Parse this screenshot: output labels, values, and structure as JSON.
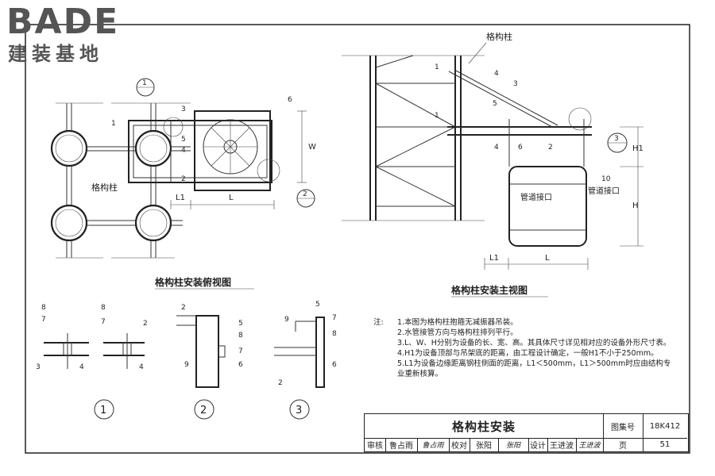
{
  "logo": {
    "brand": "BADE",
    "subtitle": "建装基地"
  },
  "plan_view": {
    "title": "格构柱安装俯视图",
    "column_label": "格构柱",
    "dim_l1": "L1",
    "dim_l": "L",
    "dim_w": "W",
    "callout_1": "1",
    "callout_2": "2",
    "callout_sub": "—",
    "parts": [
      "1",
      "2",
      "3",
      "4",
      "5",
      "6"
    ]
  },
  "front_view": {
    "title": "格构柱安装主视图",
    "column_label": "格构柱",
    "pipe_port_left": "管道接口",
    "pipe_port_right": "管道接口",
    "dim_h1": "H1",
    "dim_h": "H",
    "dim_l1": "L1",
    "dim_l": "L",
    "callout_3": "3",
    "parts": [
      "1",
      "4",
      "3",
      "5",
      "1",
      "4",
      "6",
      "2",
      "10"
    ]
  },
  "details": [
    {
      "number": "1",
      "parts": [
        "8",
        "7",
        "3",
        "4"
      ]
    },
    {
      "number": "1",
      "parts": [
        "8",
        "7",
        "2",
        "4"
      ]
    },
    {
      "number": "2",
      "parts": [
        "2",
        "5",
        "8",
        "7",
        "9",
        "6"
      ]
    },
    {
      "number": "3",
      "parts": [
        "9",
        "5",
        "7",
        "8",
        "6",
        "2"
      ]
    }
  ],
  "notes": {
    "lead": "注:",
    "items": [
      "1.本图为格构柱抱箍无减振器吊装。",
      "2.水管接管方向与格构柱排列平行。",
      "3.L、W、H分别为设备的长、宽、高。其具体尺寸详见相对应的设备外形尺寸表。",
      "4.H1为设备顶部与吊架底的距离，由工程设计确定，一般H1不小于250mm。",
      "5.L1为设备边缘距离钢柱侧面的距离，L1＜500mm，L1＞500mm时应由结构专业重新核算。"
    ]
  },
  "title_block": {
    "title": "格构柱安装",
    "atlas_label": "图集号",
    "atlas_no": "18K412",
    "review_label": "审核",
    "reviewer": "鲁占雨",
    "reviewer_sign": "鲁占雨",
    "check_label": "校对",
    "checker": "张阳",
    "checker_sign": "张阳",
    "design_label": "设计",
    "designer": "王进波",
    "designer_sign": "王进波",
    "page_label": "页",
    "page_no": "51"
  }
}
